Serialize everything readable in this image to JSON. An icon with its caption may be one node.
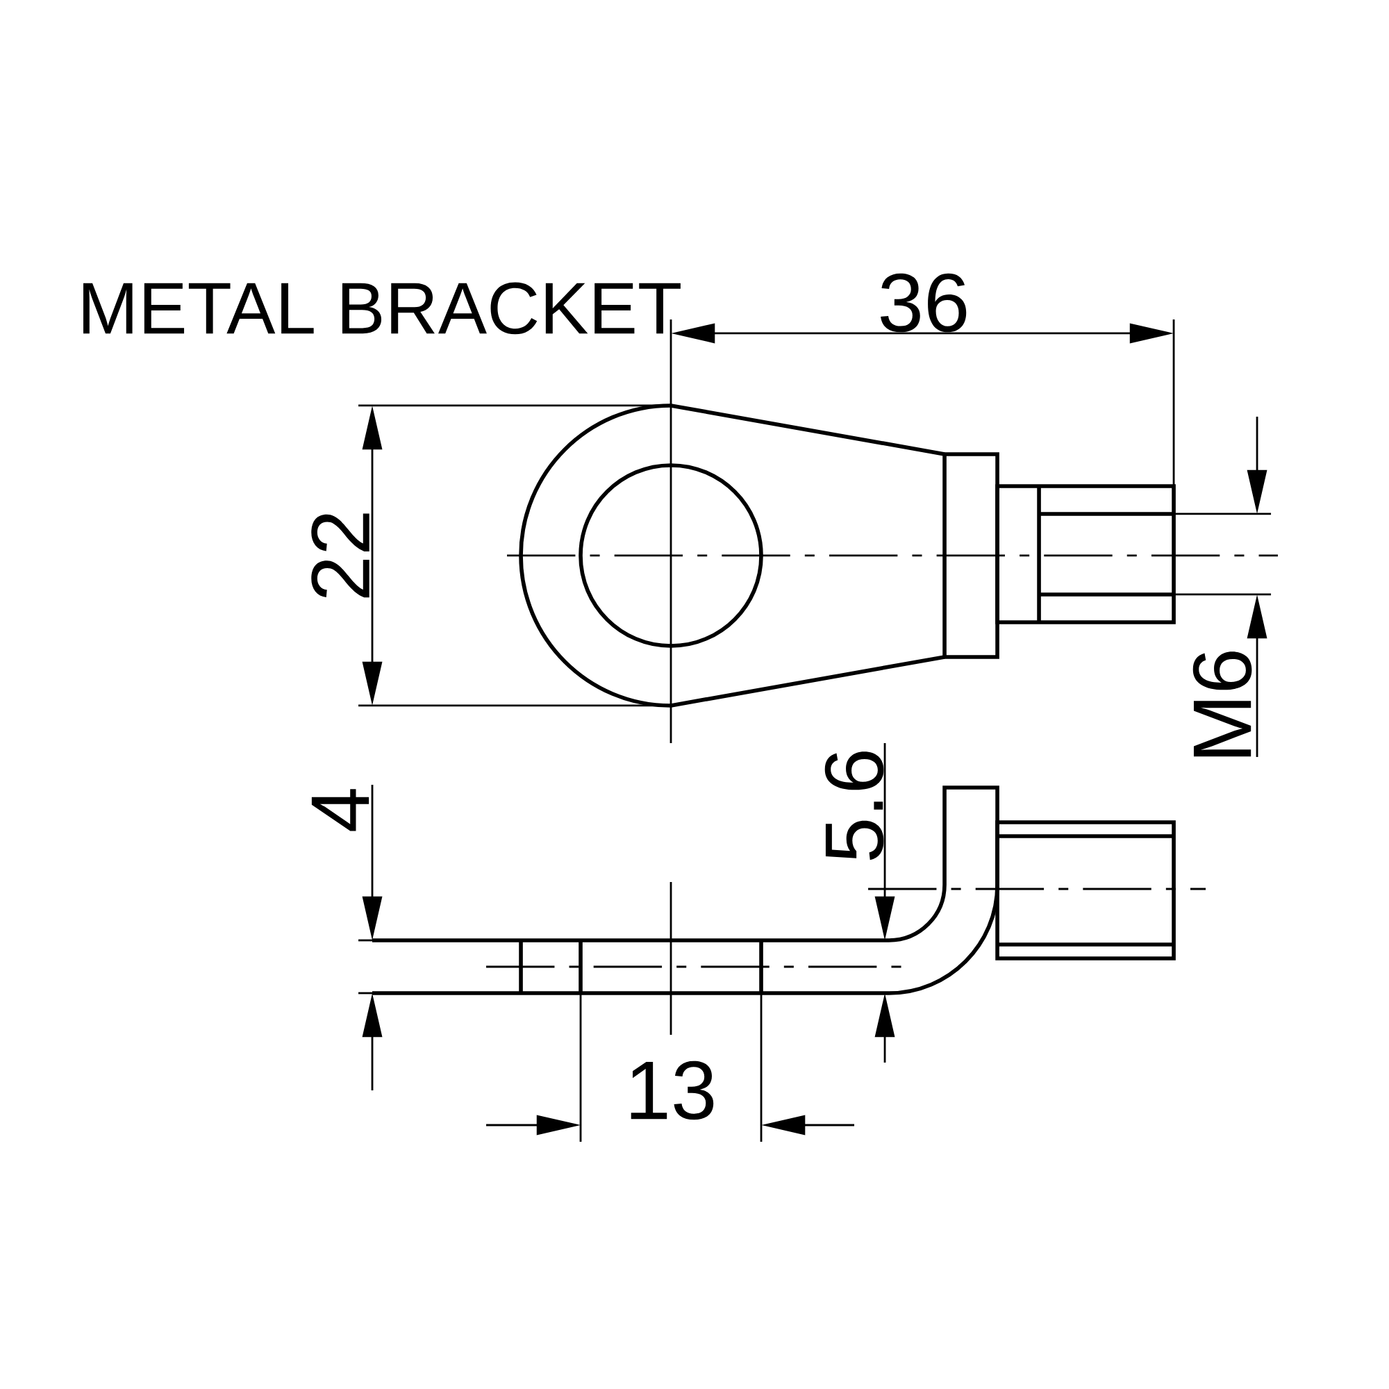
{
  "diagram": {
    "title": "METAL BRACKET",
    "labels": [
      "36",
      "22",
      "M6",
      "4",
      "5.6",
      "13"
    ]
  }
}
